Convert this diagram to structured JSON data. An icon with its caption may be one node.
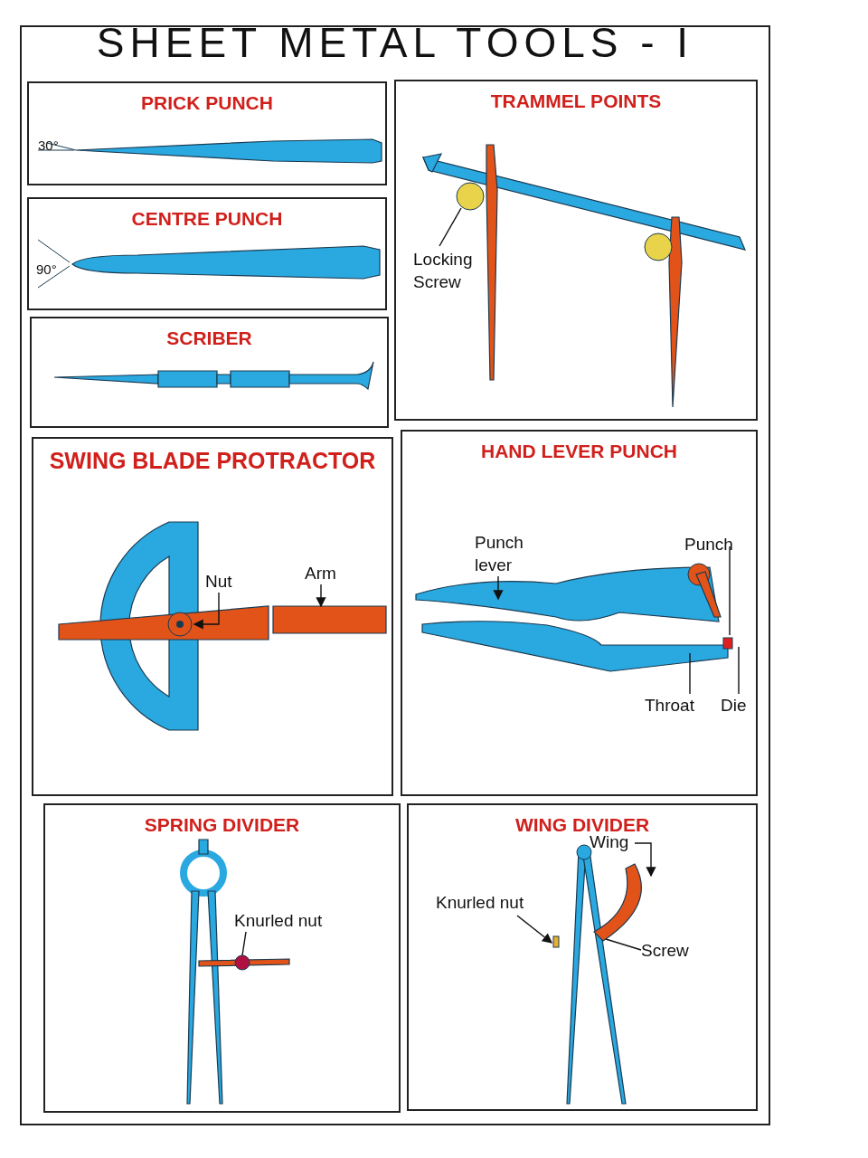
{
  "diagram": {
    "title": "SHEET METAL TOOLS - I",
    "nodes": [
      {
        "text": [
          "PRICK PUNCH"
        ]
      },
      {
        "text": [
          "CENTRE PUNCH"
        ]
      },
      {
        "text": [
          "SCRIBER"
        ]
      },
      {
        "text": [
          "TRAMMEL POINTS"
        ]
      },
      {
        "text": [
          "SWING BLADE PROTRACTOR"
        ]
      },
      {
        "text": [
          "HAND LEVER PUNCH"
        ]
      },
      {
        "text": [
          "SPRING DIVIDER"
        ]
      },
      {
        "text": [
          "WING DIVIDER"
        ]
      },
      {
        "text": [
          "Locking Screw"
        ],
        "in": 3
      },
      {
        "text": [
          "Nut"
        ],
        "in": 4
      },
      {
        "text": [
          "Arm"
        ],
        "in": 4
      },
      {
        "text": [
          "Punch lever"
        ],
        "in": 5
      },
      {
        "text": [
          "Punch"
        ],
        "in": 5
      },
      {
        "text": [
          "Throat"
        ],
        "in": 5
      },
      {
        "text": [
          "Die"
        ],
        "in": 5
      },
      {
        "text": [
          "Knurled nut"
        ],
        "in": 6
      },
      {
        "text": [
          "Wing"
        ],
        "in": 7
      },
      {
        "text": [
          "Knurled nut"
        ],
        "in": 7
      },
      {
        "text": [
          "Screw"
        ],
        "in": 7
      }
    ],
    "edges": [
      {
        "from": 8,
        "to": null,
        "arrow": "none"
      },
      {
        "from": 9,
        "to": null,
        "arrow": "to"
      },
      {
        "from": 10,
        "to": null,
        "arrow": "to"
      },
      {
        "from": 11,
        "to": null,
        "arrow": "to"
      },
      {
        "from": 12,
        "to": null,
        "arrow": "none"
      },
      {
        "from": 13,
        "to": null,
        "arrow": "none"
      },
      {
        "from": 14,
        "to": null,
        "arrow": "none"
      },
      {
        "from": 15,
        "to": null,
        "arrow": "none"
      },
      {
        "from": 16,
        "to": null,
        "arrow": "to"
      },
      {
        "from": 17,
        "to": null,
        "arrow": "to"
      },
      {
        "from": 18,
        "to": null,
        "arrow": "none"
      }
    ],
    "labels": [
      "30°",
      "90°"
    ]
  }
}
